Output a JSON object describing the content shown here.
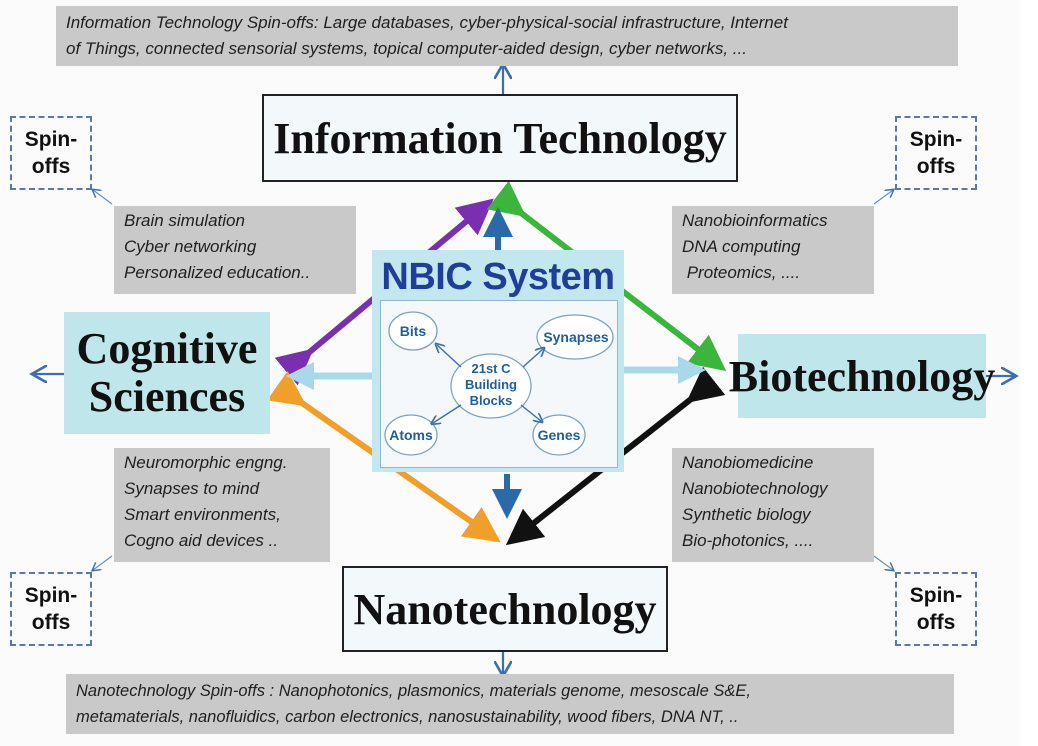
{
  "top_note": {
    "lines": [
      "Information Technology Spin-offs: Large databases, cyber-physical-social infrastructure, Internet",
      "of Things, connected sensorial systems, topical computer-aided design, cyber networks, ..."
    ]
  },
  "bottom_note": {
    "lines": [
      "Nanotechnology Spin-offs : Nanophotonics, plasmonics, materials genome, mesoscale S&E,",
      "metamaterials, nanofluidics, carbon electronics, nanosustainability, wood fibers, DNA NT, .."
    ]
  },
  "fields": {
    "it": "Information Technology",
    "cog_line1": "Cognitive",
    "cog_line2": "Sciences",
    "bio": "Biotechnology",
    "nano": "Nanotechnology"
  },
  "spinoff": {
    "line1": "Spin-",
    "line2": "offs"
  },
  "notes": {
    "it_cog": [
      "Brain simulation",
      "Cyber networking",
      "Personalized education.."
    ],
    "it_bio": [
      "Nanobioinformatics",
      "DNA computing",
      " Proteomics, ...."
    ],
    "cog_nano": [
      "Neuromorphic engng.",
      "Synapses to mind",
      "Smart environments,",
      "Cogno aid devices .."
    ],
    "bio_nano": [
      "Nanobiomedicine",
      "Nanobiotechnology",
      "Synthetic biology",
      "Bio-photonics, ...."
    ]
  },
  "nbic": {
    "title": "NBIC System",
    "center_lines": [
      "21st C",
      "Building",
      "Blocks"
    ],
    "nodes": {
      "bits": "Bits",
      "synapses": "Synapses",
      "atoms": "Atoms",
      "genes": "Genes"
    }
  },
  "colors": {
    "purple": "#7a2fb0",
    "green": "#3cb53c",
    "orange": "#f0a02a",
    "black": "#111111",
    "blue": "#2a6aa8",
    "light_blue": "#a9d8ea",
    "field_fill": "#bfe6ea",
    "note_fill": "#c9c9c9"
  }
}
